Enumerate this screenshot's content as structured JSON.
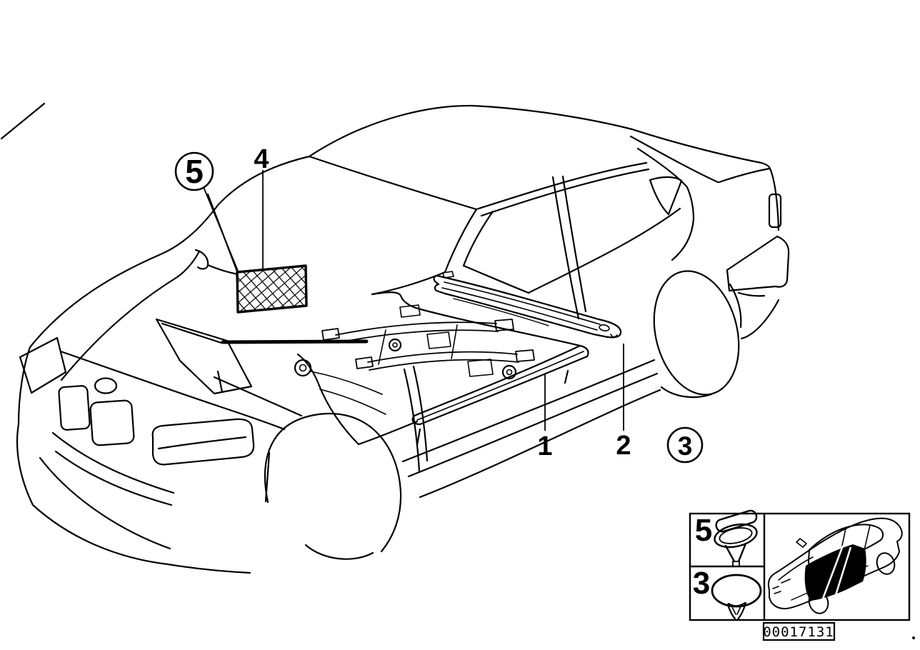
{
  "diagram": {
    "background_color": "#ffffff",
    "line_color": "#000000",
    "callouts": {
      "c1": {
        "label": "1",
        "circled": false
      },
      "c2": {
        "label": "2",
        "circled": false
      },
      "c3": {
        "label": "3",
        "circled": true
      },
      "c4": {
        "label": "4",
        "circled": false
      },
      "c5": {
        "label": "5",
        "circled": true
      }
    },
    "legend": {
      "rows": [
        {
          "label": "5"
        },
        {
          "label": "3"
        }
      ],
      "code": "00017131"
    }
  }
}
